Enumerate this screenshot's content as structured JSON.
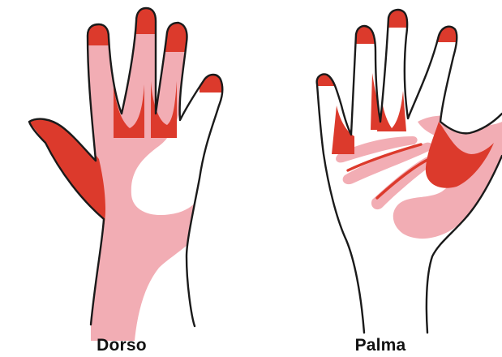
{
  "figures": [
    {
      "id": "dorso",
      "label": "Dorso"
    },
    {
      "id": "palma",
      "label": "Palma"
    }
  ],
  "colors": {
    "outline": "#1a1a1a",
    "skin": "#ffffff",
    "zone_primary": "#dc3a2c",
    "zone_secondary": "#f2adb4"
  }
}
